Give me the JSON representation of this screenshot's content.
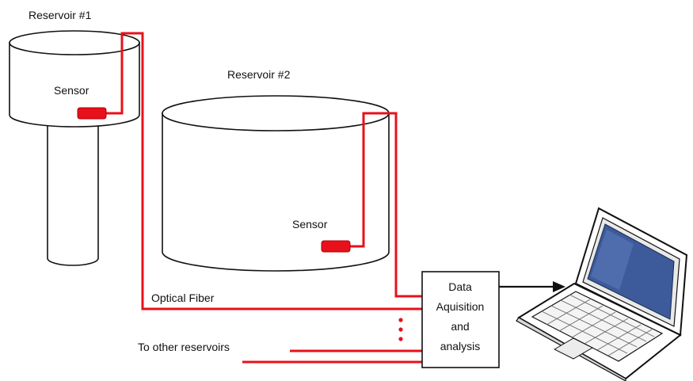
{
  "labels": {
    "reservoir1": "Reservoir #1",
    "reservoir2": "Reservoir #2",
    "sensor1": "Sensor",
    "sensor2": "Sensor",
    "optical_fiber": "Optical Fiber",
    "to_other": "To other reservoirs",
    "daq_line1": "Data",
    "daq_line2": "Aquisition",
    "daq_line3": "and",
    "daq_line4": "analysis"
  },
  "colors": {
    "fiber": "#e8101a",
    "outline": "#111111",
    "screen": "#3d5a9a"
  },
  "icons": {
    "computer": "laptop-icon"
  }
}
